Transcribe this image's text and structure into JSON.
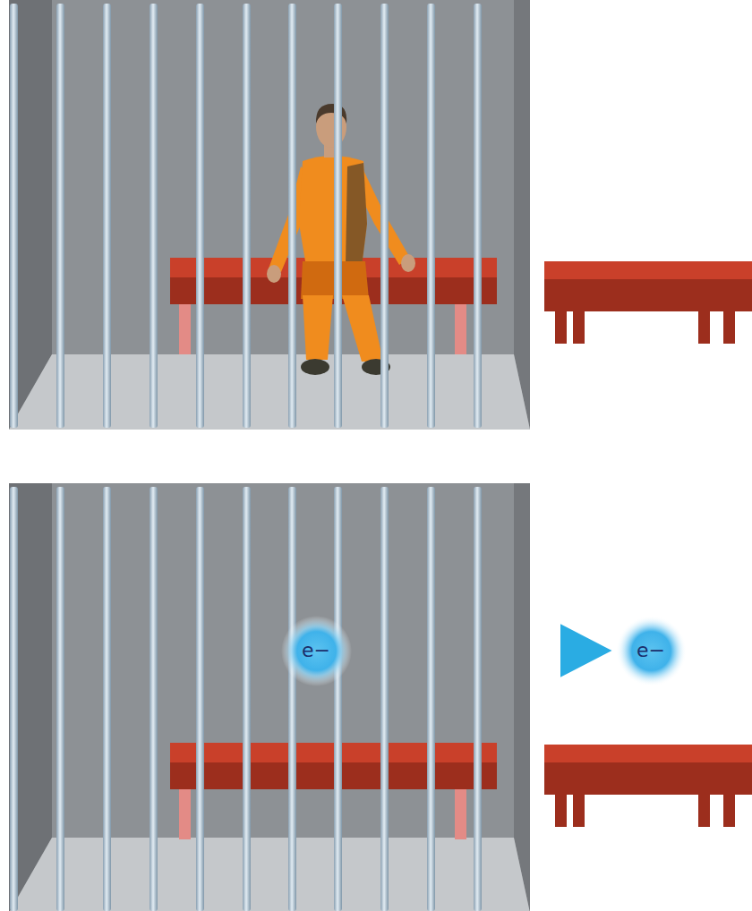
{
  "diagram": {
    "nodes": [
      {
        "text": [
          "e−"
        ]
      },
      {
        "text": [
          "e−"
        ]
      }
    ],
    "edges": [
      {
        "from": 0,
        "to": 1,
        "arrow": "to"
      }
    ]
  }
}
